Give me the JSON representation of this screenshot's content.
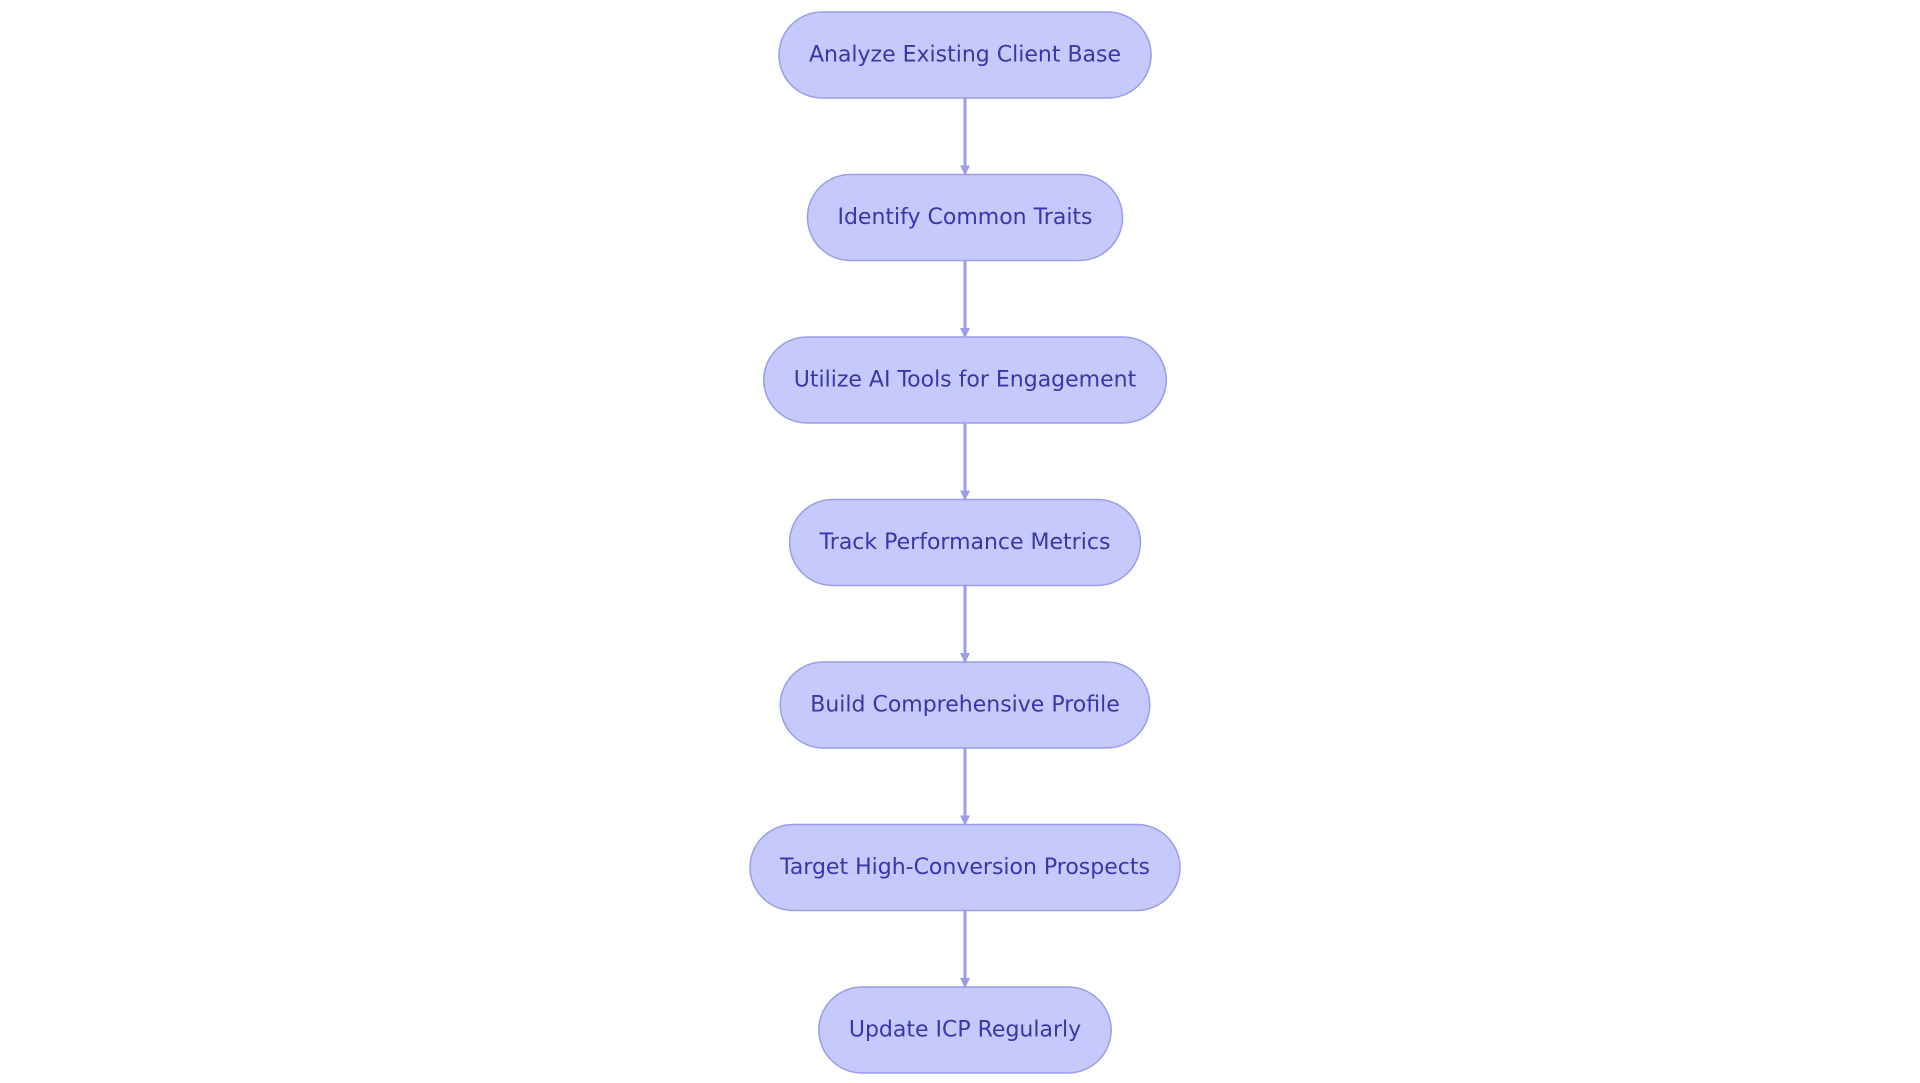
{
  "diagram": {
    "type": "flowchart",
    "direction": "top-to-bottom",
    "colors": {
      "node_fill": "#c6c9fc",
      "node_stroke": "#9a9de8",
      "node_text": "#3538a8",
      "edge": "#9a9de8"
    },
    "nodes": [
      {
        "id": "n1",
        "label": "Analyze Existing Client Base"
      },
      {
        "id": "n2",
        "label": "Identify Common Traits"
      },
      {
        "id": "n3",
        "label": "Utilize AI Tools for Engagement"
      },
      {
        "id": "n4",
        "label": "Track Performance Metrics"
      },
      {
        "id": "n5",
        "label": "Build Comprehensive Profile"
      },
      {
        "id": "n6",
        "label": "Target High-Conversion Prospects"
      },
      {
        "id": "n7",
        "label": "Update ICP Regularly"
      }
    ],
    "edges": [
      {
        "from": "n1",
        "to": "n2"
      },
      {
        "from": "n2",
        "to": "n3"
      },
      {
        "from": "n3",
        "to": "n4"
      },
      {
        "from": "n4",
        "to": "n5"
      },
      {
        "from": "n5",
        "to": "n6"
      },
      {
        "from": "n6",
        "to": "n7"
      }
    ]
  }
}
